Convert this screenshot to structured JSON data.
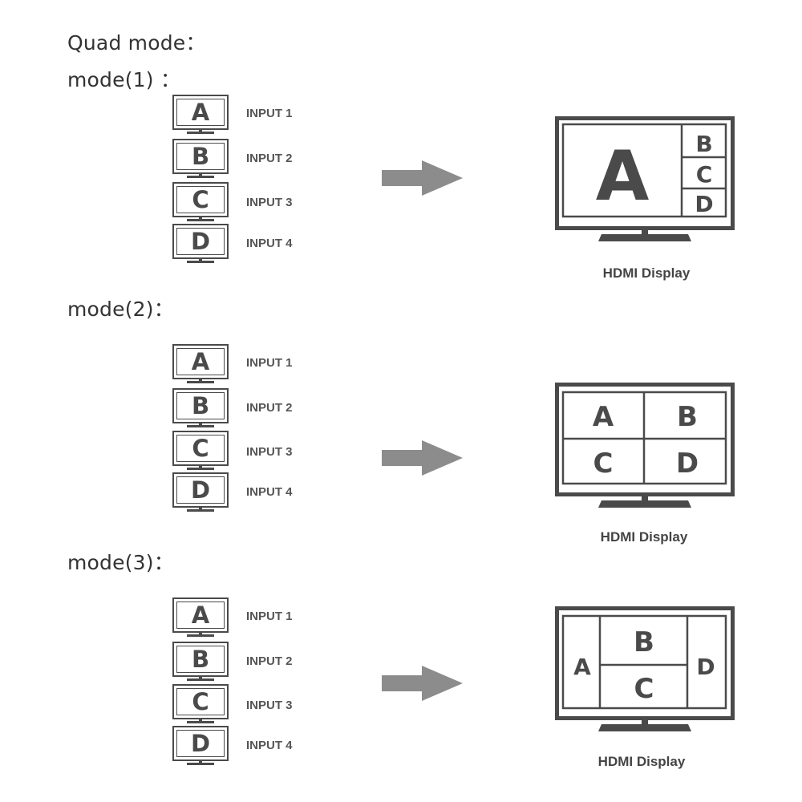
{
  "title": "Quad mode：",
  "modes": [
    {
      "label": "mode(1) ：",
      "inputs": [
        {
          "letter": "A",
          "label": "INPUT 1"
        },
        {
          "letter": "B",
          "label": "INPUT 2"
        },
        {
          "letter": "C",
          "label": "INPUT 3"
        },
        {
          "letter": "D",
          "label": "INPUT 4"
        }
      ],
      "display": {
        "layout": "main-plus-three-right",
        "cells": [
          "A",
          "B",
          "C",
          "D"
        ],
        "label": "HDMI Display"
      }
    },
    {
      "label": "mode(2)：",
      "inputs": [
        {
          "letter": "A",
          "label": "INPUT 1"
        },
        {
          "letter": "B",
          "label": "INPUT 2"
        },
        {
          "letter": "C",
          "label": "INPUT 3"
        },
        {
          "letter": "D",
          "label": "INPUT 4"
        }
      ],
      "display": {
        "layout": "two-by-two",
        "cells": [
          "A",
          "B",
          "C",
          "D"
        ],
        "label": "HDMI Display"
      }
    },
    {
      "label": "mode(3)：",
      "inputs": [
        {
          "letter": "A",
          "label": "INPUT 1"
        },
        {
          "letter": "B",
          "label": "INPUT 2"
        },
        {
          "letter": "C",
          "label": "INPUT 3"
        },
        {
          "letter": "D",
          "label": "INPUT 4"
        }
      ],
      "display": {
        "layout": "side-columns-center-split",
        "cells": [
          "A",
          "B",
          "C",
          "D"
        ],
        "label": "HDMI Display"
      }
    }
  ],
  "colors": {
    "stroke": "#4a4a4a",
    "arrow": "#8c8c8c",
    "text": "#333333"
  }
}
